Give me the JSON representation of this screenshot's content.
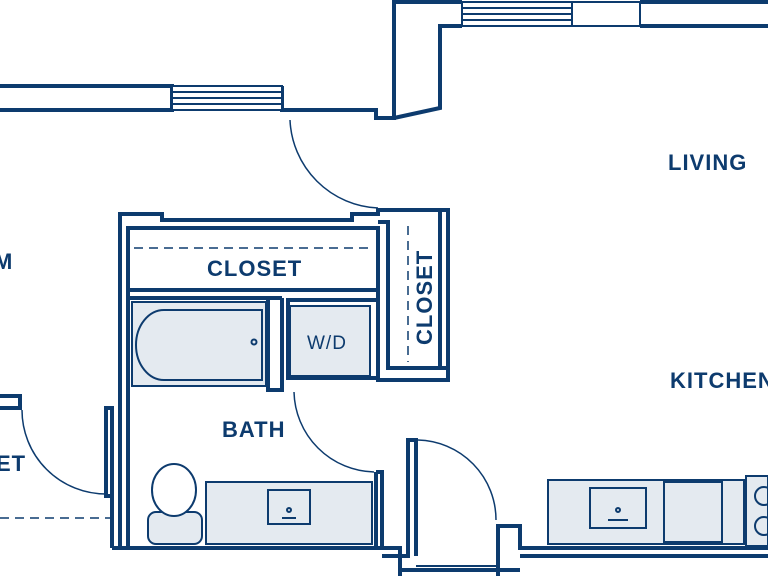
{
  "rooms": {
    "living": "LIVING",
    "kitchen": "KITCHEN",
    "bath": "BATH",
    "closet_top": "CLOSET",
    "closet_side": "CLOSET",
    "washer_dryer": "W/D",
    "room_left_partial": "M",
    "closet_left_partial": "ET"
  },
  "colors": {
    "line": "#0d3b6e",
    "fixture_fill": "#e4eaf0",
    "background": "#ffffff"
  }
}
